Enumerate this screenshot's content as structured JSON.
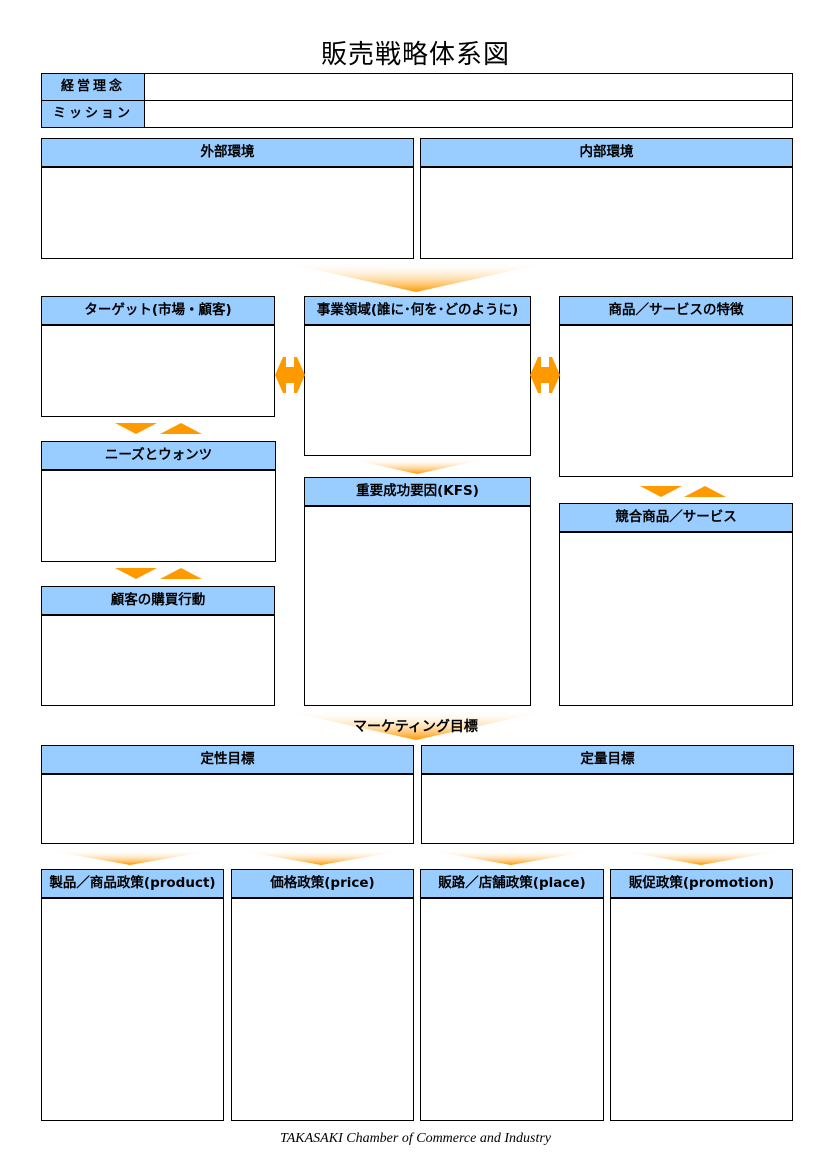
{
  "title": "販売戦略体系図",
  "header_rows": [
    {
      "label": "経営理念",
      "value": ""
    },
    {
      "label": "ミッション",
      "value": ""
    }
  ],
  "environment": {
    "external": {
      "label": "外部環境",
      "value": ""
    },
    "internal": {
      "label": "内部環境",
      "value": ""
    }
  },
  "analysis": {
    "target": {
      "label": "ターゲット(市場・顧客)",
      "value": ""
    },
    "needs_wants": {
      "label": "ニーズとウォンツ",
      "value": ""
    },
    "purchase_behavior": {
      "label": "顧客の購買行動",
      "value": ""
    },
    "business_domain": {
      "label": "事業領域(誰に･何を･どのように)",
      "value": ""
    },
    "kfs": {
      "label": "重要成功要因(KFS)",
      "value": ""
    },
    "product_features": {
      "label": "商品／サービスの特徴",
      "value": ""
    },
    "competitors": {
      "label": "競合商品／サービス",
      "value": ""
    }
  },
  "marketing_goals": {
    "label": "マーケティング目標",
    "qualitative": {
      "label": "定性目標",
      "value": ""
    },
    "quantitative": {
      "label": "定量目標",
      "value": ""
    }
  },
  "policies": [
    {
      "label": "製品／商品政策(product)",
      "value": ""
    },
    {
      "label": "価格政策(price)",
      "value": ""
    },
    {
      "label": "販路／店舗政策(place)",
      "value": ""
    },
    {
      "label": "販促政策(promotion)",
      "value": ""
    }
  ],
  "colors": {
    "header_fill": "#99ccff",
    "arrow": "#ff9900",
    "border": "#000000"
  },
  "footer": "TAKASAKI Chamber of Commerce and Industry"
}
